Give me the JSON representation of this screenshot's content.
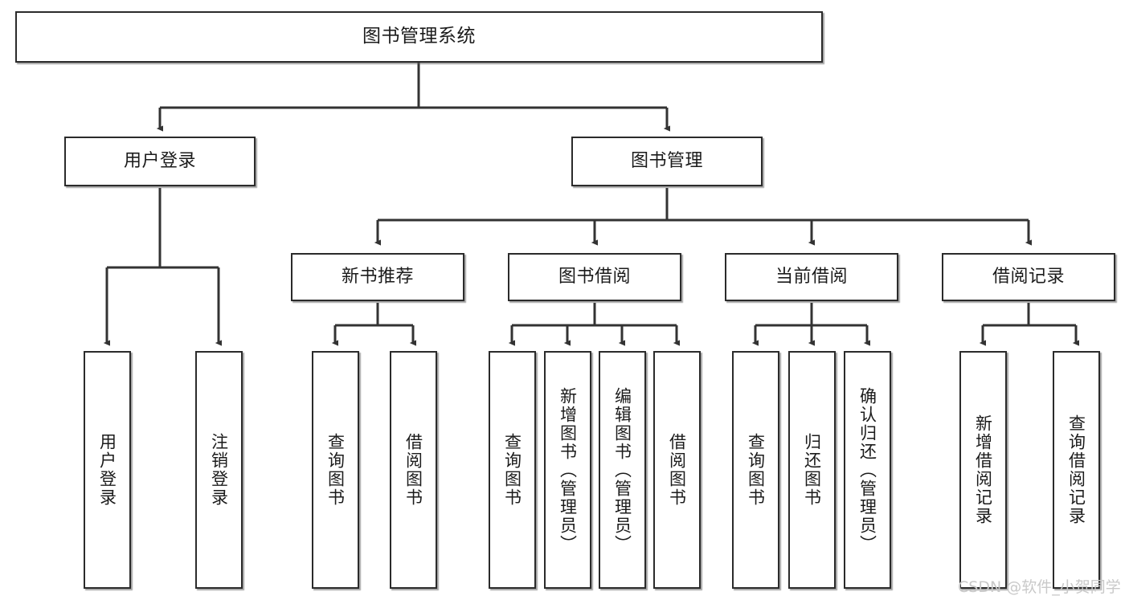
{
  "diagram": {
    "title": "图书管理系统",
    "type": "tree-hierarchy",
    "watermark": "CSDN @软件_小贺同学",
    "colors": {
      "border": "#2b2b2b",
      "fill": "#ffffff",
      "text": "#1b1b1b",
      "connector": "#333333",
      "watermark": "#c9c9c9"
    },
    "nodes": {
      "root": {
        "label": "图书管理系统"
      },
      "l2": [
        {
          "id": "user-login",
          "label": "用户登录"
        },
        {
          "id": "book-manage",
          "label": "图书管理"
        }
      ],
      "l3": [
        {
          "id": "new-book-rec",
          "label": "新书推荐"
        },
        {
          "id": "book-borrow",
          "label": "图书借阅"
        },
        {
          "id": "current-borrow",
          "label": "当前借阅"
        },
        {
          "id": "borrow-record",
          "label": "借阅记录"
        }
      ],
      "leaves": {
        "user-login": [
          {
            "id": "leaf-user-login",
            "label": "用户登录"
          },
          {
            "id": "leaf-logout",
            "label": "注销登录"
          }
        ],
        "new-book-rec": [
          {
            "id": "leaf-query-book-1",
            "label": "查询图书"
          },
          {
            "id": "leaf-borrow-book-1",
            "label": "借阅图书"
          }
        ],
        "book-borrow": [
          {
            "id": "leaf-query-book-2",
            "label": "查询图书"
          },
          {
            "id": "leaf-add-book",
            "label": "新增图书（管理员）"
          },
          {
            "id": "leaf-edit-book",
            "label": "编辑图书（管理员）"
          },
          {
            "id": "leaf-borrow-book-2",
            "label": "借阅图书"
          }
        ],
        "current-borrow": [
          {
            "id": "leaf-query-book-3",
            "label": "查询图书"
          },
          {
            "id": "leaf-return-book",
            "label": "归还图书"
          },
          {
            "id": "leaf-confirm-return",
            "label": "确认归还（管理员）"
          }
        ],
        "borrow-record": [
          {
            "id": "leaf-add-record",
            "label": "新增借阅记录"
          },
          {
            "id": "leaf-query-record",
            "label": "查询借阅记录"
          }
        ]
      }
    }
  }
}
